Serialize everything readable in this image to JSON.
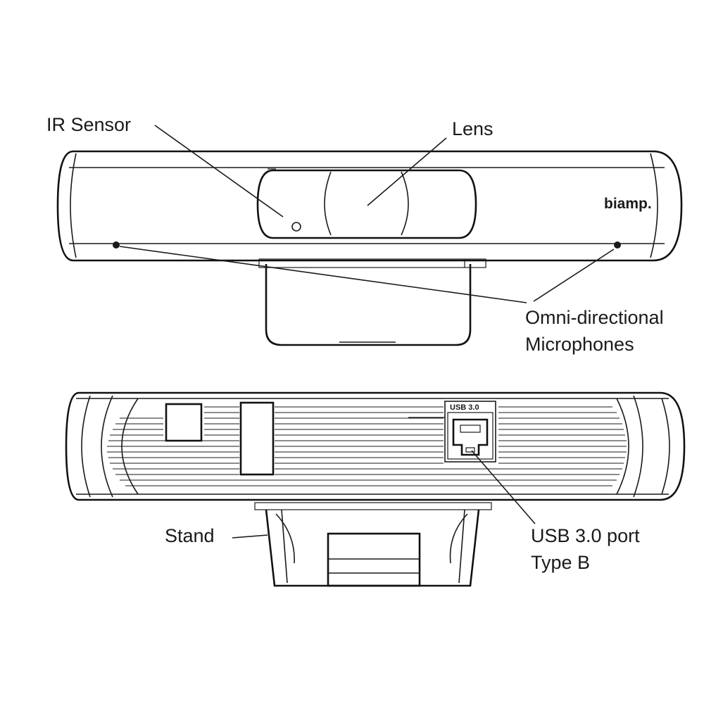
{
  "labels": {
    "ir_sensor": "IR Sensor",
    "lens": "Lens",
    "mic_line1": "Omni-directional",
    "mic_line2": "Microphones",
    "stand": "Stand",
    "usb_line1": "USB 3.0 port",
    "usb_line2": "Type B"
  },
  "brand_logo": "biamp.",
  "usb_port_tag": "USB 3.0",
  "colors": {
    "line": "#1a1a1a",
    "background": "#ffffff"
  }
}
